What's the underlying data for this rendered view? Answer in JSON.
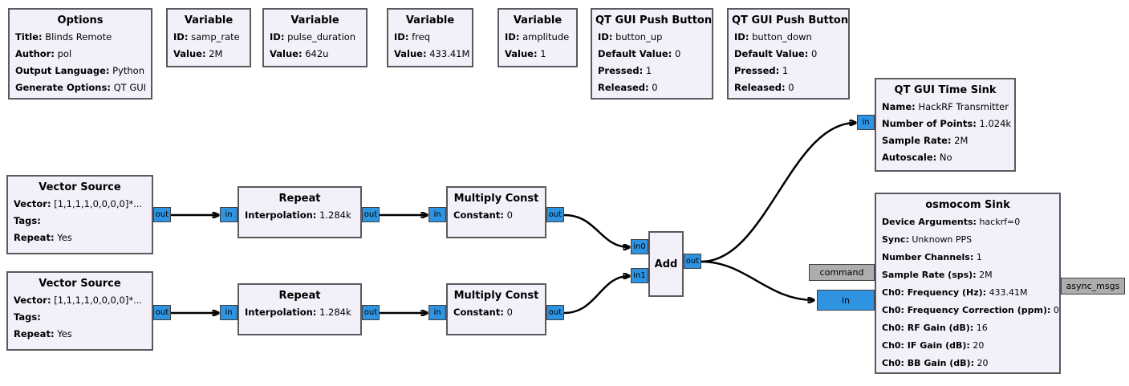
{
  "colors": {
    "canvas_bg": "#ffffff",
    "block_fill": "#f3f0fa",
    "block_border": "#59595e",
    "stream_port_blue": "#2e93e0",
    "message_port_gray": "#adadad",
    "wire": "#000000"
  },
  "port_labels": {
    "in": "in",
    "out": "out",
    "in0": "in0",
    "in1": "in1",
    "command": "command",
    "async_msgs": "async_msgs"
  },
  "blocks": [
    {
      "id": "options",
      "title": "Options",
      "params": [
        {
          "key": "Title:",
          "value": "Blinds Remote"
        },
        {
          "key": "Author:",
          "value": "pol"
        },
        {
          "key": "Output Language:",
          "value": "Python"
        },
        {
          "key": "Generate Options:",
          "value": "QT GUI"
        }
      ]
    },
    {
      "id": "variable_samp_rate",
      "title": "Variable",
      "params": [
        {
          "key": "ID:",
          "value": "samp_rate"
        },
        {
          "key": "Value:",
          "value": "2M"
        }
      ]
    },
    {
      "id": "variable_pulse_duration",
      "title": "Variable",
      "params": [
        {
          "key": "ID:",
          "value": "pulse_duration"
        },
        {
          "key": "Value:",
          "value": "642u"
        }
      ]
    },
    {
      "id": "variable_freq",
      "title": "Variable",
      "params": [
        {
          "key": "ID:",
          "value": "freq"
        },
        {
          "key": "Value:",
          "value": "433.41M"
        }
      ]
    },
    {
      "id": "variable_amplitude",
      "title": "Variable",
      "params": [
        {
          "key": "ID:",
          "value": "amplitude"
        },
        {
          "key": "Value:",
          "value": "1"
        }
      ]
    },
    {
      "id": "button_up",
      "title": "QT GUI Push Button",
      "params": [
        {
          "key": "ID:",
          "value": "button_up"
        },
        {
          "key": "Default Value:",
          "value": "0"
        },
        {
          "key": "Pressed:",
          "value": "1"
        },
        {
          "key": "Released:",
          "value": "0"
        }
      ]
    },
    {
      "id": "button_down",
      "title": "QT GUI Push Button",
      "params": [
        {
          "key": "ID:",
          "value": "button_down"
        },
        {
          "key": "Default Value:",
          "value": "0"
        },
        {
          "key": "Pressed:",
          "value": "1"
        },
        {
          "key": "Released:",
          "value": "0"
        }
      ]
    },
    {
      "id": "qtgui_time_sink",
      "title": "QT GUI Time Sink",
      "params": [
        {
          "key": "Name:",
          "value": "HackRF Transmitter"
        },
        {
          "key": "Number of Points:",
          "value": "1.024k"
        },
        {
          "key": "Sample Rate:",
          "value": "2M"
        },
        {
          "key": "Autoscale:",
          "value": "No"
        }
      ]
    },
    {
      "id": "osmocom_sink",
      "title": "osmocom Sink",
      "params": [
        {
          "key": "Device Arguments:",
          "value": "hackrf=0"
        },
        {
          "key": "Sync:",
          "value": "Unknown PPS"
        },
        {
          "key": "Number Channels:",
          "value": "1"
        },
        {
          "key": "Sample Rate (sps):",
          "value": "2M"
        },
        {
          "key": "Ch0: Frequency (Hz):",
          "value": "433.41M"
        },
        {
          "key": "Ch0: Frequency Correction (ppm):",
          "value": "0"
        },
        {
          "key": "Ch0: RF Gain (dB):",
          "value": "16"
        },
        {
          "key": "Ch0: IF Gain (dB):",
          "value": "20"
        },
        {
          "key": "Ch0: BB Gain (dB):",
          "value": "20"
        }
      ]
    },
    {
      "id": "vector_source_1",
      "title": "Vector Source",
      "params": [
        {
          "key": "Vector:",
          "value": "[1,1,1,1,0,0,0,0]*..."
        },
        {
          "key": "Tags:",
          "value": ""
        },
        {
          "key": "Repeat:",
          "value": "Yes"
        }
      ]
    },
    {
      "id": "repeat_1",
      "title": "Repeat",
      "params": [
        {
          "key": "Interpolation:",
          "value": "1.284k"
        }
      ]
    },
    {
      "id": "multiply_const_1",
      "title": "Multiply Const",
      "params": [
        {
          "key": "Constant:",
          "value": "0"
        }
      ]
    },
    {
      "id": "add",
      "title": "Add",
      "params": []
    },
    {
      "id": "vector_source_2",
      "title": "Vector Source",
      "params": [
        {
          "key": "Vector:",
          "value": "[1,1,1,1,0,0,0,0]*..."
        },
        {
          "key": "Tags:",
          "value": ""
        },
        {
          "key": "Repeat:",
          "value": "Yes"
        }
      ]
    },
    {
      "id": "repeat_2",
      "title": "Repeat",
      "params": [
        {
          "key": "Interpolation:",
          "value": "1.284k"
        }
      ]
    },
    {
      "id": "multiply_const_2",
      "title": "Multiply Const",
      "params": [
        {
          "key": "Constant:",
          "value": "0"
        }
      ]
    }
  ],
  "connections": [
    {
      "from": "vector_source_1.out",
      "to": "repeat_1.in"
    },
    {
      "from": "repeat_1.out",
      "to": "multiply_const_1.in"
    },
    {
      "from": "multiply_const_1.out",
      "to": "add.in0"
    },
    {
      "from": "vector_source_2.out",
      "to": "repeat_2.in"
    },
    {
      "from": "repeat_2.out",
      "to": "multiply_const_2.in"
    },
    {
      "from": "multiply_const_2.out",
      "to": "add.in1"
    },
    {
      "from": "add.out",
      "to": "qtgui_time_sink.in"
    },
    {
      "from": "add.out",
      "to": "osmocom_sink.in"
    }
  ]
}
